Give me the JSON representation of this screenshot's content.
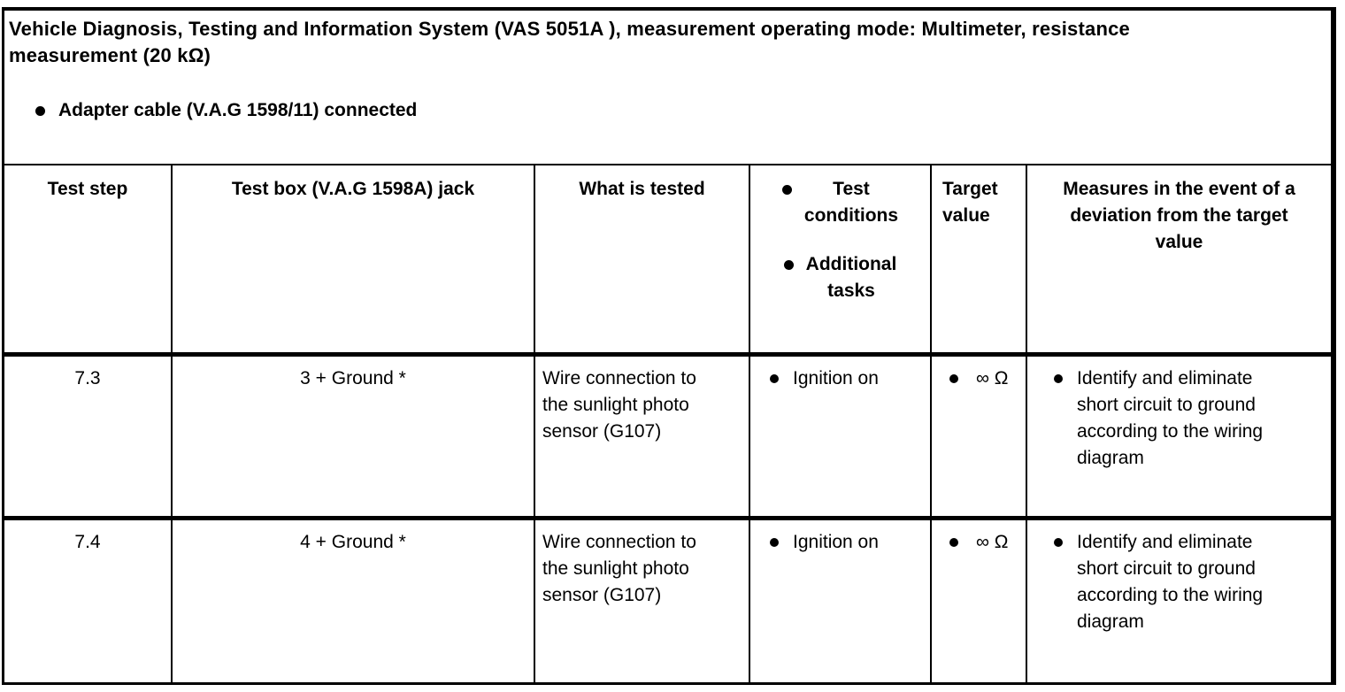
{
  "title": "Vehicle Diagnosis, Testing and Information System (VAS 5051A ), measurement operating mode: Multimeter, resistance\nmeasurement (20 kΩ)",
  "intro": {
    "bullet_item": "Adapter cable (V.A.G 1598/11) connected"
  },
  "table": {
    "headers": {
      "test_step": "Test step",
      "test_box_jack": "Test box (V.A.G 1598A) jack",
      "what_is_tested": "What is tested",
      "conditions_items": [
        {
          "label": "Test\nconditions"
        },
        {
          "label": "Additional\ntasks"
        }
      ],
      "target_value": "Target\nvalue",
      "measures": "Measures in the event of a\ndeviation from the target\nvalue"
    },
    "rows": [
      {
        "test_step": "7.3",
        "jack": "3 + Ground *",
        "what_is_tested": "Wire connection to\nthe sunlight photo\nsensor (G107)",
        "condition": "Ignition on",
        "target_value": "∞ Ω",
        "measure": "Identify and eliminate\nshort circuit to ground\naccording to the wiring\ndiagram"
      },
      {
        "test_step": "7.4",
        "jack": "4 + Ground *",
        "what_is_tested": "Wire connection to\nthe sunlight photo\nsensor (G107)",
        "condition": "Ignition on",
        "target_value": "∞ Ω",
        "measure": "Identify and eliminate\nshort circuit to ground\naccording to the wiring\ndiagram"
      }
    ]
  },
  "colors": {
    "text": "#000000",
    "background": "#ffffff",
    "border": "#000000"
  }
}
